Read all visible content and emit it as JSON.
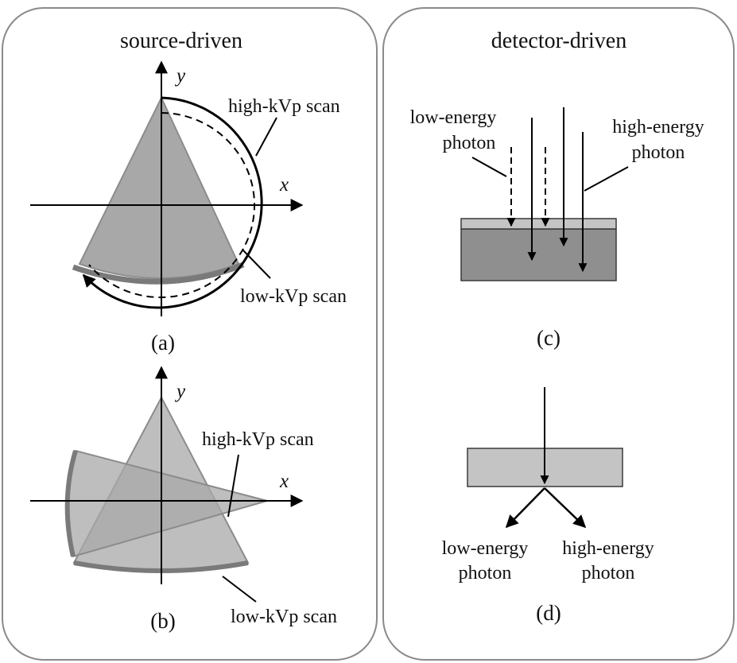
{
  "panels": {
    "left_title": "source-driven",
    "right_title": "detector-driven"
  },
  "panel_a": {
    "caption": "(a)",
    "axis_x": "x",
    "axis_y": "y",
    "high_label": "high-kVp scan",
    "low_label": "low-kVp scan"
  },
  "panel_b": {
    "caption": "(b)",
    "axis_x": "x",
    "axis_y": "y",
    "high_label": "high-kVp scan",
    "low_label": "low-kVp scan"
  },
  "panel_c": {
    "caption": "(c)",
    "low_line1": "low-energy",
    "low_line2": "photon",
    "high_line1": "high-energy",
    "high_line2": "photon"
  },
  "panel_d": {
    "caption": "(d)",
    "low_line1": "low-energy",
    "low_line2": "photon",
    "high_line1": "high-energy",
    "high_line2": "photon"
  },
  "colors": {
    "panel_border": "#8a8a8a",
    "fan_fill": "#a8a8a8",
    "detector_top": "#c4c4c4",
    "detector_body": "#8f8f8f",
    "arc": "#7a7a7a",
    "ink": "#000000"
  }
}
